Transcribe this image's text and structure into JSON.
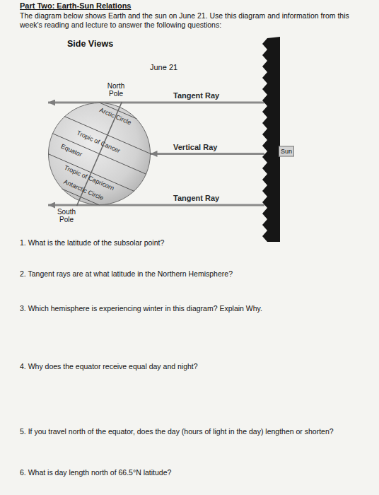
{
  "diagram": {
    "title": "Part Two: Earth-Sun Relations",
    "nodes": [
      {
        "text": [
          "Arctic Circle",
          "Tropic of Cancer",
          "Equator",
          "Tropic of Capricorn",
          "Antarctic Circle"
        ]
      },
      {
        "text": [
          "Sun"
        ]
      }
    ],
    "edges": [
      {
        "from": 1,
        "to": 0,
        "arrow": "to",
        "label": "Tangent Ray"
      },
      {
        "from": 1,
        "to": 0,
        "arrow": "to",
        "label": "Vertical Ray"
      },
      {
        "from": 1,
        "to": 0,
        "arrow": "to",
        "label": "Tangent Ray"
      }
    ],
    "labels": [
      "The diagram below shows Earth and the sun on June 21. Use this diagram and information from this week's reading and lecture to answer the following questions:",
      "Side Views",
      "June 21",
      "North Pole",
      "South Pole",
      "1. What is the latitude of the subsolar point?",
      "2. Tangent rays are at what latitude in the Northern Hemisphere?",
      "3. Which hemisphere is experiencing winter in this diagram? Explain Why.",
      "4. Why does the equator receive equal day and night?",
      "5. If you travel north of the equator, does the day (hours of light in the day) lengthen or shorten?",
      "6. What is day length north of 66.5°N latitude?"
    ]
  }
}
